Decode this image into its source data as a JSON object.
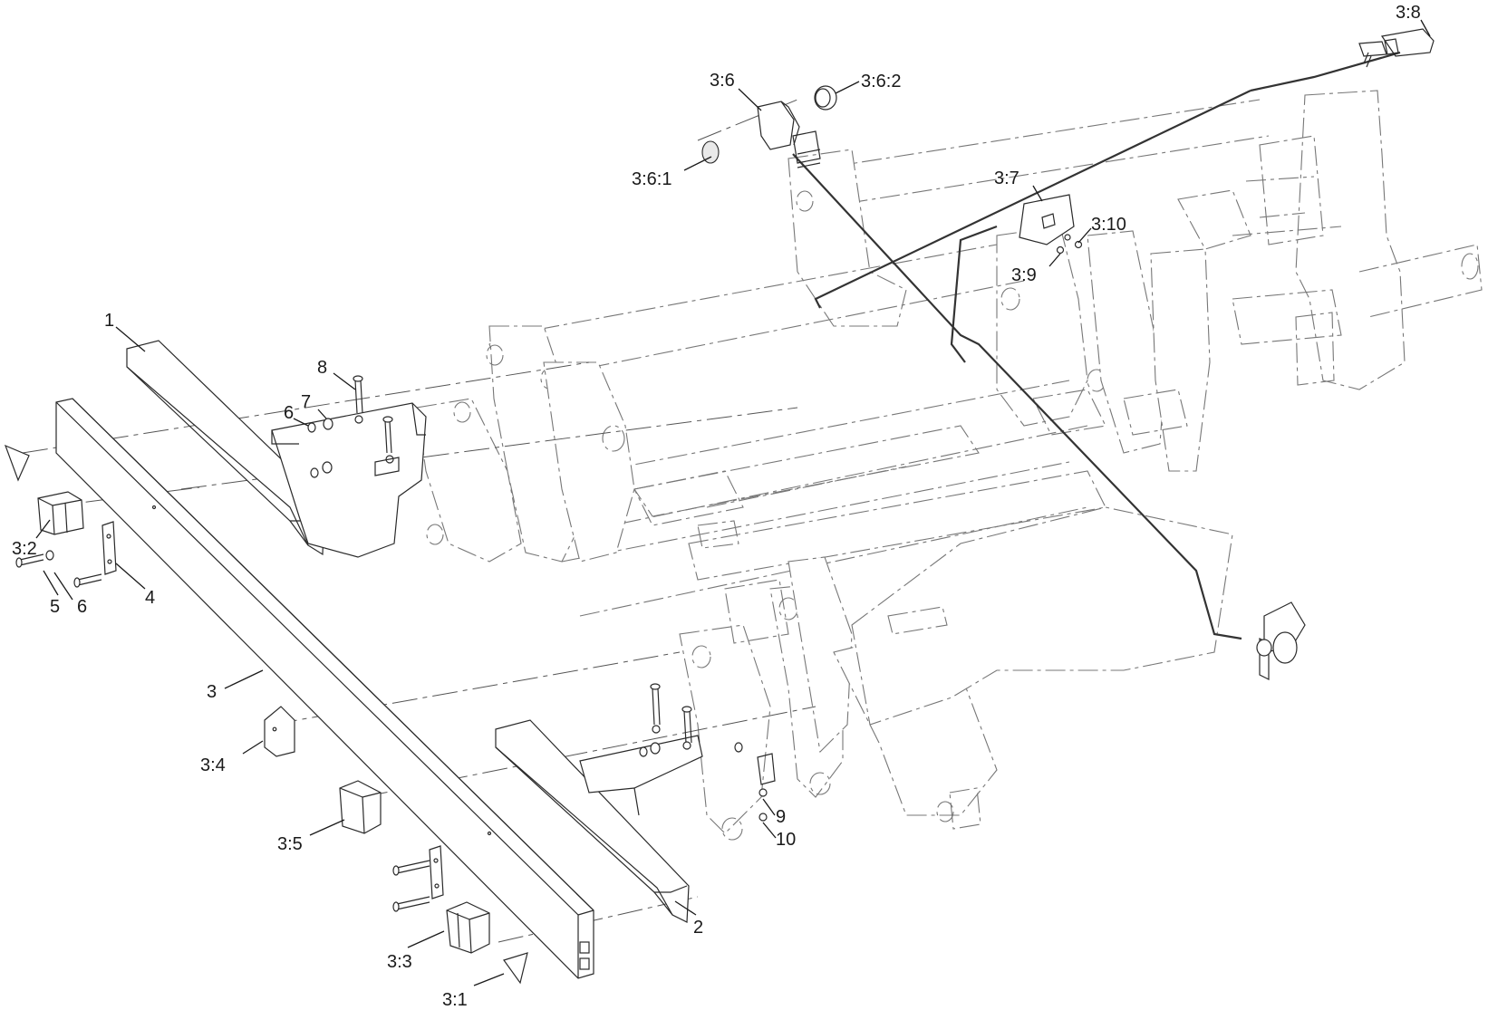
{
  "diagram": {
    "callouts": [
      {
        "id": "c1",
        "label": "1"
      },
      {
        "id": "c2",
        "label": "2"
      },
      {
        "id": "c3",
        "label": "3"
      },
      {
        "id": "c4",
        "label": "4"
      },
      {
        "id": "c5",
        "label": "5"
      },
      {
        "id": "c6a",
        "label": "6"
      },
      {
        "id": "c6b",
        "label": "6"
      },
      {
        "id": "c7",
        "label": "7"
      },
      {
        "id": "c8",
        "label": "8"
      },
      {
        "id": "c9",
        "label": "9"
      },
      {
        "id": "c10",
        "label": "10"
      },
      {
        "id": "c31",
        "label": "3:1"
      },
      {
        "id": "c32",
        "label": "3:2"
      },
      {
        "id": "c33",
        "label": "3:3"
      },
      {
        "id": "c34",
        "label": "3:4"
      },
      {
        "id": "c35",
        "label": "3:5"
      },
      {
        "id": "c36",
        "label": "3:6"
      },
      {
        "id": "c361",
        "label": "3:6:1"
      },
      {
        "id": "c362",
        "label": "3:6:2"
      },
      {
        "id": "c37",
        "label": "3:7"
      },
      {
        "id": "c38",
        "label": "3:8"
      },
      {
        "id": "c39",
        "label": "3:9"
      },
      {
        "id": "c310",
        "label": "3:10"
      }
    ],
    "colors": {
      "line": "#2a2a2a",
      "phantom": "#777777",
      "background": "#ffffff"
    }
  }
}
